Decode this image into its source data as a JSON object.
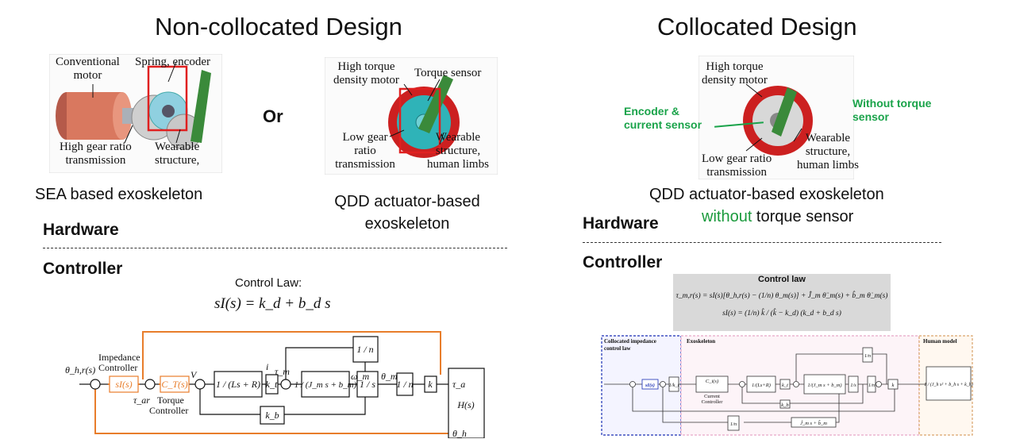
{
  "left": {
    "title": "Non-collocated Design",
    "or_label": "Or",
    "sea": {
      "labels": {
        "motor": "Conventional motor",
        "motor_line1": "Conventional",
        "motor_line2": "motor",
        "spring": "Spring, encoder",
        "gear1": "High gear ratio",
        "gear2": "transmission",
        "wear1": "Wearable",
        "wear2": "structure,"
      },
      "caption": "SEA based exoskeleton"
    },
    "qdd": {
      "labels": {
        "htd1": "High torque",
        "htd2": "density motor",
        "torque": "Torque sensor",
        "low1": "Low gear",
        "low2": "ratio",
        "low3": "transmission",
        "wear1": "Wearable",
        "wear2": "structure,",
        "wear3": "human limbs"
      },
      "caption1": "QDD actuator-based",
      "caption2": "exoskeleton"
    },
    "hardware": "Hardware",
    "controller": "Controller",
    "control_law_title": "Control Law:",
    "control_law_eq": "sI(s) = k_d + b_d s",
    "blocks": {
      "impedance1": "Impedance",
      "impedance2": "Controller",
      "sI": "sI(s)",
      "Ct": "C_T(s)",
      "torque1": "Torque",
      "torque2": "Controller",
      "elec": "1 / (Ls + R)",
      "kt": "k_t",
      "mech": "1 / (J_m s + b_m)",
      "integ": "1 / s",
      "gear": "1 / n",
      "k": "k",
      "kb": "k_b",
      "fb_n": "1 / n",
      "H": "H(s)",
      "theta_ref": "θ_h,r(s)",
      "tau_ar": "τ_ar",
      "tau_a": "τ_a",
      "theta_h": "θ_h",
      "V": "V",
      "i": "i",
      "tau_m": "τ_m",
      "omega_m": "ω_m",
      "theta_m": "θ_m"
    }
  },
  "right": {
    "title": "Collocated Design",
    "labels": {
      "htd1": "High torque",
      "htd2": "density motor",
      "enc1": "Encoder &",
      "enc2": "current sensor",
      "wo1": "Without torque",
      "wo2": "sensor",
      "wear1": "Wearable",
      "wear2": "structure,",
      "wear3": "human limbs",
      "low1": "Low gear ratio",
      "low2": "transmission"
    },
    "caption1": "QDD actuator-based exoskeleton",
    "caption2_green": "without",
    "caption2_rest": " torque sensor",
    "hardware": "Hardware",
    "controller": "Controller",
    "control_law_title": "Control law",
    "eq1": "τ_m,r(s) = sI(s)[θ_h,r(s) − (1/n) θ_m(s)] + Ĵ_m θ̈_m(s) + b̂_m θ̇_m(s)",
    "eq2": "sI(s) = (1/n) k̂ / (k̂ − k_d) (k_d + b_d s)",
    "regions": {
      "collocated1": "Collocated impedance",
      "collocated2": "control law",
      "exo": "Exoskeleton",
      "human": "Human model"
    },
    "blocks": {
      "sI": "sI(s)",
      "inv_kt": "1/k_t",
      "Ct": "C_i(s)",
      "current1": "Current",
      "current2": "Controller",
      "elec": "1/(Ls+R)",
      "kt": "k_t",
      "mech": "1/(J_m s + b_m)",
      "integ": "1/s",
      "gear": "1/n",
      "k": "k",
      "kb": "k_b",
      "fb_n": "1/n",
      "jm": "Ĵ_m s + b̂_m",
      "n_bottom": "1/n",
      "human_tf": "1 / (J_h s² + b_h s + k_h)"
    }
  },
  "colors": {
    "orange": "#e87d2b",
    "green": "#1aa34a",
    "blue_region": "#1a2fb5",
    "pink_region": "#e8a6c8",
    "orange_region": "#d9a36b",
    "motor_red": "#cc2020",
    "hub_teal": "#2fb3b8",
    "link_green": "#3a8a3a"
  }
}
